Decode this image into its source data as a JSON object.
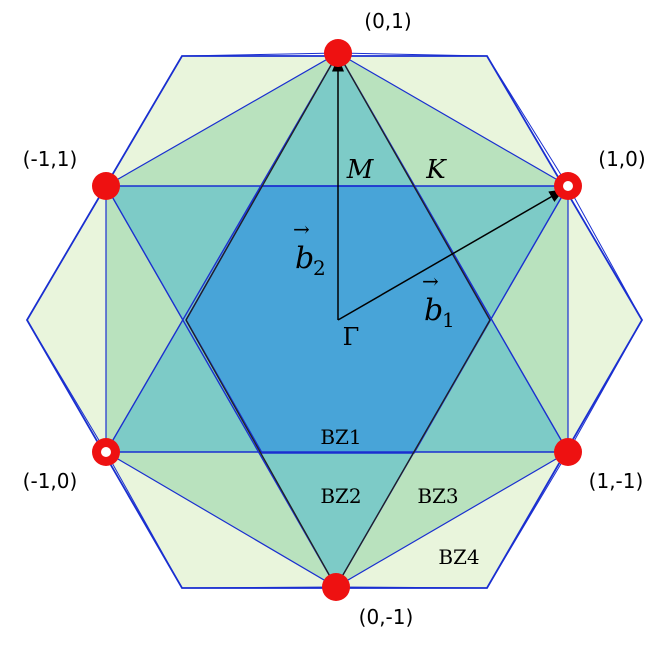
{
  "lattice_points": [
    {
      "label": "(0,1)"
    },
    {
      "label": "(-1,1)"
    },
    {
      "label": "(1,0)"
    },
    {
      "label": "(-1,0)"
    },
    {
      "label": "(1,-1)"
    },
    {
      "label": "(0,-1)"
    }
  ],
  "symmetry_points": {
    "M": "M",
    "K": "K",
    "Gamma": "Γ"
  },
  "vectors": {
    "b1": {
      "base": "b",
      "sub": "1"
    },
    "b2": {
      "base": "b",
      "sub": "2"
    }
  },
  "zones": {
    "bz1": "BZ1",
    "bz2": "BZ2",
    "bz3": "BZ3",
    "bz4": "BZ4"
  },
  "colors": {
    "bz1": "#48a4d8",
    "bz2": "#7dcbc7",
    "bz3": "#b9e2be",
    "bz4": "#e9f5dc",
    "edges": "#1a2fd0",
    "points": "#ee1111"
  }
}
